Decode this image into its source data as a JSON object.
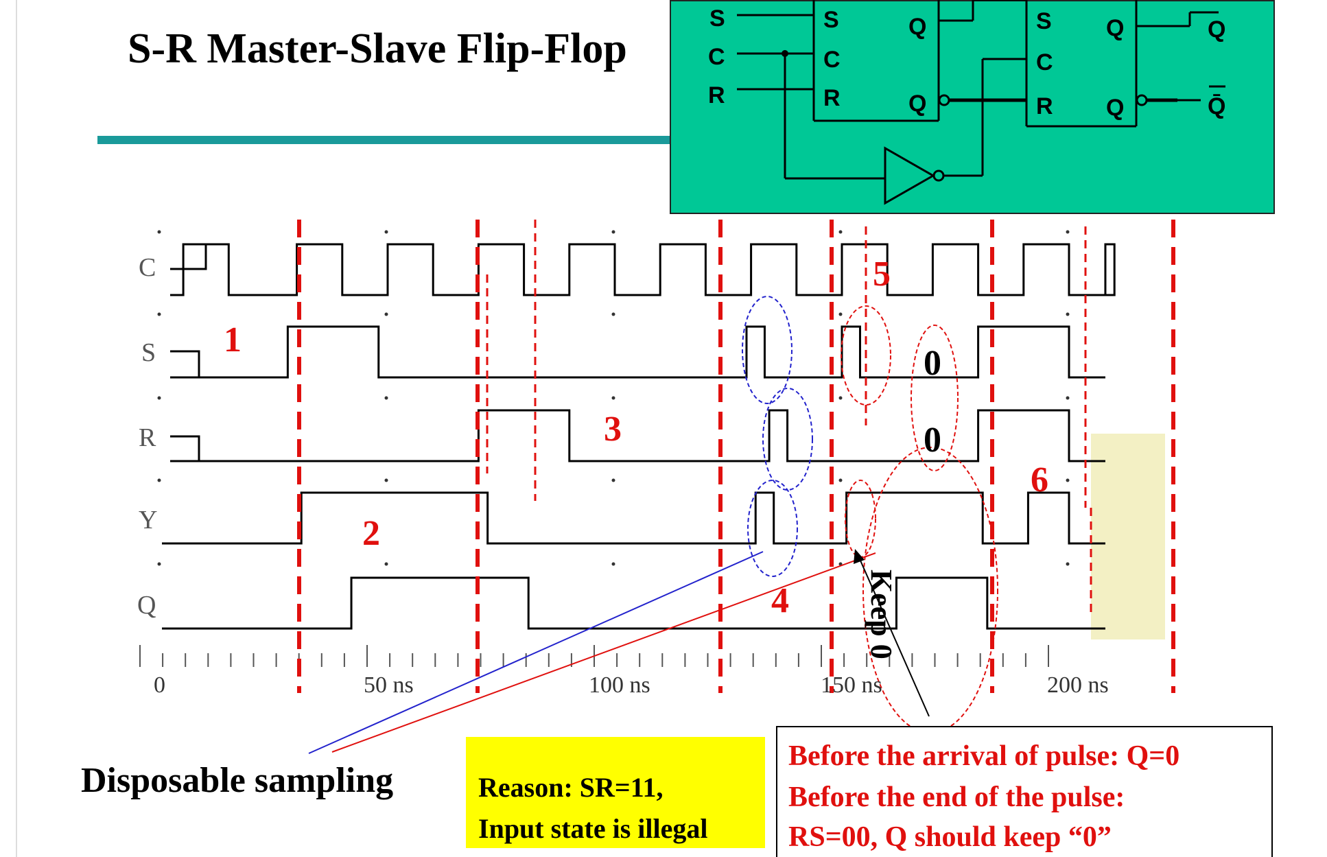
{
  "slide": {
    "title": "S-R Master-Slave Flip-Flop"
  },
  "circuit": {
    "inputs": [
      "S",
      "C",
      "R"
    ],
    "master_pins": [
      "S",
      "C",
      "R",
      "Q",
      "Q"
    ],
    "slave_pins": [
      "S",
      "C",
      "R",
      "Q",
      "Q"
    ],
    "outputs": [
      "Q",
      "Q̄"
    ],
    "background_color": "#00c896"
  },
  "timing_diagram": {
    "signals": [
      "C",
      "S",
      "R",
      "Y",
      "Q"
    ],
    "time_axis": [
      "0",
      "50 ns",
      "100 ns",
      "150 ns",
      "200 ns"
    ],
    "markers": [
      "1",
      "2",
      "3",
      "4",
      "5",
      "6"
    ],
    "annotations": {
      "zero_s": "0",
      "zero_r": "0",
      "keep": "Keep 0"
    },
    "clock_rising_edges_ns": [
      5,
      30,
      50,
      70,
      90,
      110,
      130,
      150,
      170,
      190,
      210
    ],
    "S_high_intervals_ns": [
      [
        28,
        48
      ],
      [
        129,
        133
      ],
      [
        150,
        154
      ],
      [
        180,
        200
      ]
    ],
    "R_high_intervals_ns": [
      [
        70,
        90
      ],
      [
        134,
        138
      ],
      [
        180,
        200
      ]
    ],
    "Y_high_intervals_ns": [
      [
        31,
        72
      ],
      [
        131,
        135
      ],
      [
        151,
        181
      ],
      [
        191,
        200
      ]
    ],
    "Q_high_intervals_ns": [
      [
        42,
        81
      ],
      [
        162,
        182
      ]
    ]
  },
  "captions": {
    "disposable": "Disposable sampling",
    "reason_line1": "Reason:  SR=11,",
    "reason_line2": "Input state is illegal",
    "note_line1": "Before the arrival of pulse: Q=0",
    "note_line2": "Before the end of the pulse:",
    "note_line3": "RS=00, Q should keep “0”"
  },
  "colors": {
    "accent_red": "#e0100e",
    "title_rule": "#1a9a9a",
    "highlight_yellow": "#ffff00",
    "pale_yellow": "#f3f0c4",
    "blue_line": "#2222cc"
  }
}
